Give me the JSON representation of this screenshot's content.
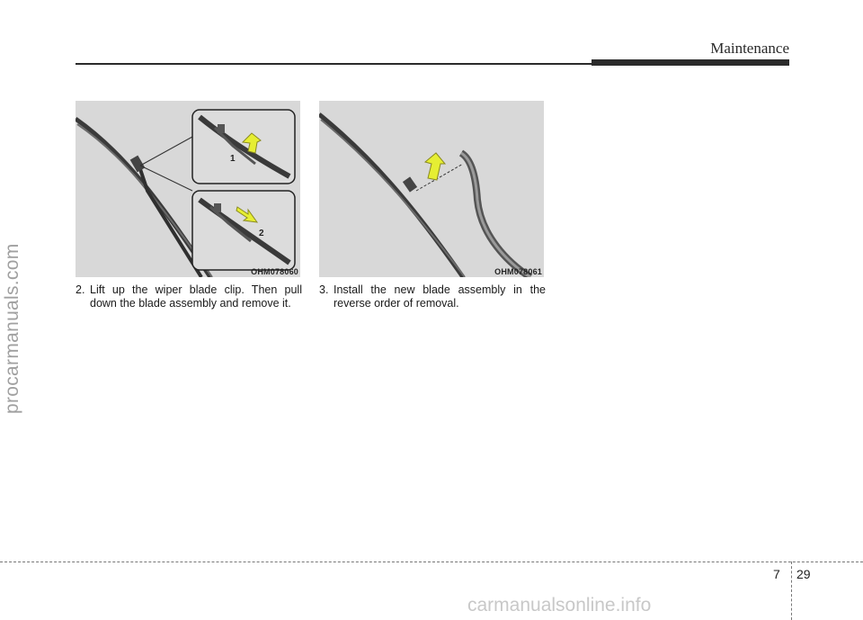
{
  "header": {
    "section_title": "Maintenance"
  },
  "figures": {
    "left": {
      "code": "OHM078060",
      "callouts": [
        "1",
        "2"
      ]
    },
    "right": {
      "code": "OHM078061"
    }
  },
  "steps": [
    {
      "number": "2.",
      "text": "Lift up the wiper blade clip. Then pull down the blade assembly and remove it."
    },
    {
      "number": "3.",
      "text": "Install the new blade assembly in the reverse order of removal."
    }
  ],
  "footer": {
    "chapter": "7",
    "page": "29"
  },
  "watermarks": {
    "side": "procarmanuals.com",
    "bottom": "carmanualsonline.info"
  },
  "colors": {
    "figure_background": "#d8d8d8",
    "arrow_fill": "#e6ee33",
    "rule": "#2b2b2b"
  }
}
